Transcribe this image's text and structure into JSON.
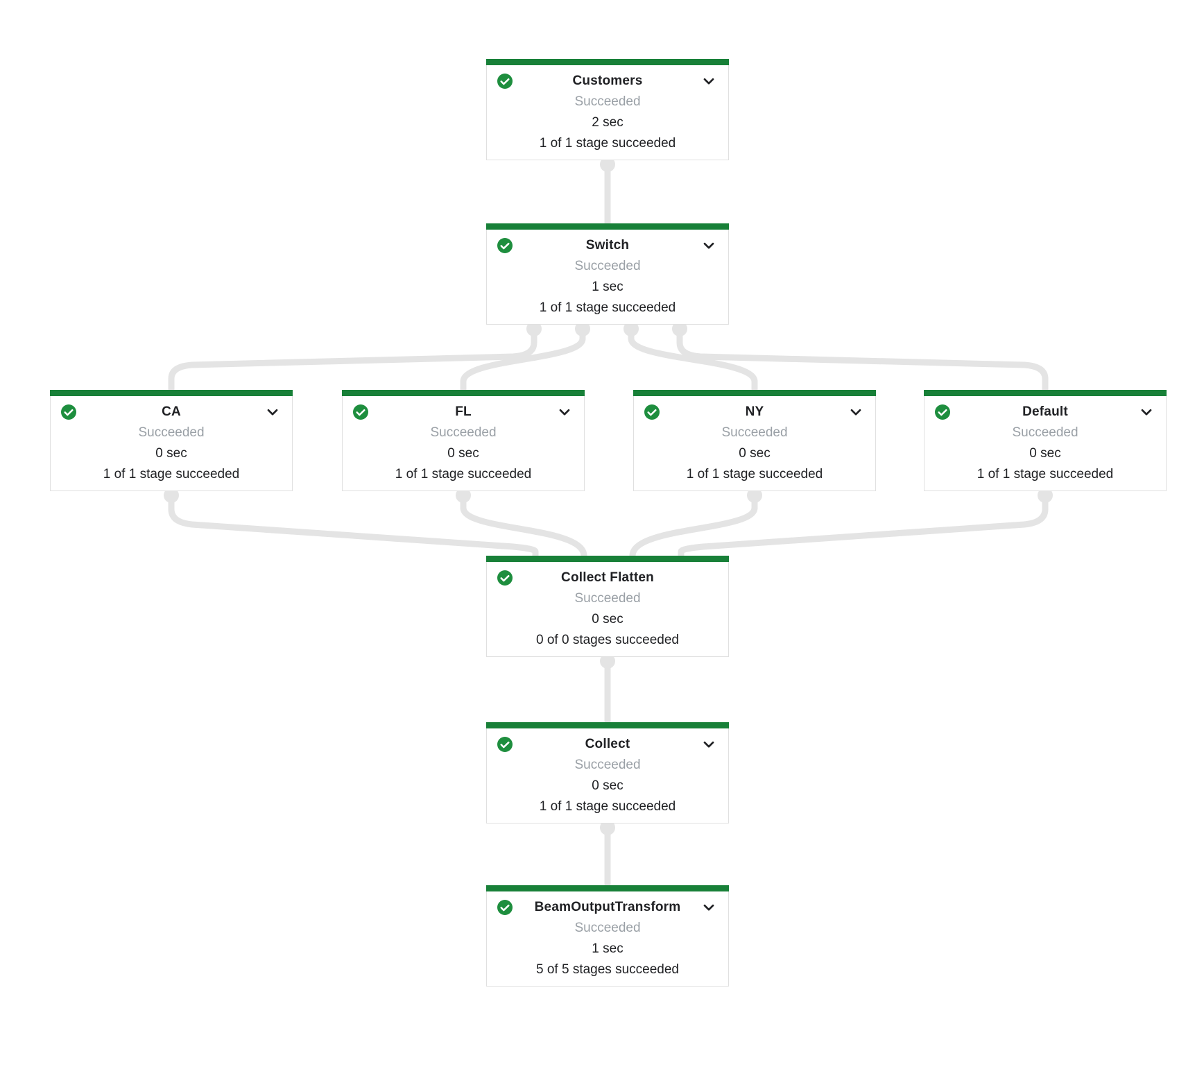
{
  "diagram": {
    "kind": "pipeline-job-graph",
    "background": "#ffffff"
  },
  "colors": {
    "node_top_bar_green": "#188038",
    "check_icon_green": "#1e8e3e",
    "edge_gray": "#e4e4e4",
    "node_border_gray": "#e0e0e0",
    "title_text": "#202124",
    "status_text_gray": "#9aa0a6"
  },
  "icons": {
    "check_circle": "✓",
    "expand_more": "⌄"
  },
  "nodes": [
    {
      "id": "customers",
      "title": "Customers",
      "status": "Succeeded",
      "duration": "2 sec",
      "stages": "1 of 1 stage succeeded",
      "has_chevron": true
    },
    {
      "id": "switch",
      "title": "Switch",
      "status": "Succeeded",
      "duration": "1 sec",
      "stages": "1 of 1 stage succeeded",
      "has_chevron": true
    },
    {
      "id": "ca",
      "title": "CA",
      "status": "Succeeded",
      "duration": "0 sec",
      "stages": "1 of 1 stage succeeded",
      "has_chevron": true
    },
    {
      "id": "fl",
      "title": "FL",
      "status": "Succeeded",
      "duration": "0 sec",
      "stages": "1 of 1 stage succeeded",
      "has_chevron": true
    },
    {
      "id": "ny",
      "title": "NY",
      "status": "Succeeded",
      "duration": "0 sec",
      "stages": "1 of 1 stage succeeded",
      "has_chevron": true
    },
    {
      "id": "default",
      "title": "Default",
      "status": "Succeeded",
      "duration": "0 sec",
      "stages": "1 of 1 stage succeeded",
      "has_chevron": true
    },
    {
      "id": "collect-flatten",
      "title": "Collect Flatten",
      "status": "Succeeded",
      "duration": "0 sec",
      "stages": "0 of 0 stages succeeded",
      "has_chevron": false
    },
    {
      "id": "collect",
      "title": "Collect",
      "status": "Succeeded",
      "duration": "0 sec",
      "stages": "1 of 1 stage succeeded",
      "has_chevron": true
    },
    {
      "id": "beam-output-transform",
      "title": "BeamOutputTransform",
      "status": "Succeeded",
      "duration": "1 sec",
      "stages": "5 of 5 stages succeeded",
      "has_chevron": true
    }
  ],
  "edges": [
    {
      "from": "customers",
      "to": "switch"
    },
    {
      "from": "switch",
      "to": "ca"
    },
    {
      "from": "switch",
      "to": "fl"
    },
    {
      "from": "switch",
      "to": "ny"
    },
    {
      "from": "switch",
      "to": "default"
    },
    {
      "from": "ca",
      "to": "collect-flatten"
    },
    {
      "from": "fl",
      "to": "collect-flatten"
    },
    {
      "from": "ny",
      "to": "collect-flatten"
    },
    {
      "from": "default",
      "to": "collect-flatten"
    },
    {
      "from": "collect-flatten",
      "to": "collect"
    },
    {
      "from": "collect",
      "to": "beam-output-transform"
    }
  ]
}
